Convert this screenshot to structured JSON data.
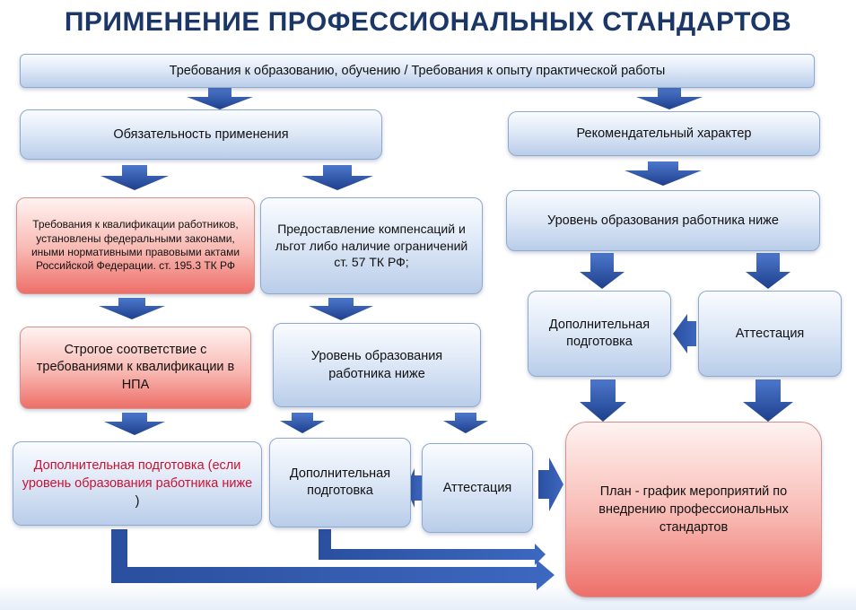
{
  "title": "ПРИМЕНЕНИЕ ПРОФЕССИОНАЛЬНЫХ СТАНДАРТОВ",
  "boxes": {
    "top": "Требования к образованию, обучению / Требования к опыту практической работы",
    "mandatory": "Обязательность применения",
    "recommended": "Рекомендательный характер",
    "qual_requirements": "Требования к квалификации работников, установлены федеральными законами, иными нормативными правовыми актами Российской Федерации. ст. 195.3 ТК РФ",
    "compensation": "Предоставление компенсаций и льгот либо наличие ограничений ст. 57 ТК РФ;",
    "edu_lower_right": "Уровень образования работника ниже",
    "strict_compliance": "Строгое соответствие с требованиями к квалификации в НПА",
    "edu_lower_mid": "Уровень образования работника ниже",
    "extra_training_right": "Дополнительная подготовка",
    "attestation_right": "Аттестация",
    "extra_training_left_red": "Дополнительная подготовка (если уровень образования работника ниже",
    "extra_training_left_close": " )",
    "extra_training_mid": "Дополнительная подготовка",
    "attestation_mid": "Аттестация",
    "plan": "План - график мероприятий по внедрению профессиональных стандартов"
  },
  "colors": {
    "title": "#1b3768",
    "arrow": "#2f56a8",
    "hint_text": "#cc1133"
  }
}
